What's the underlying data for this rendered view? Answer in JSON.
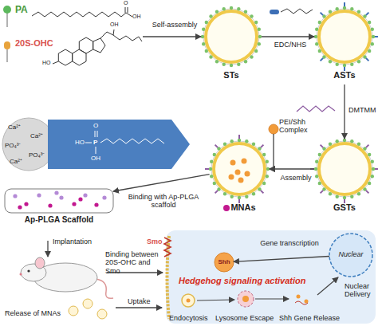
{
  "diagram": {
    "nodes": [
      {
        "text": [
          "PA",
          "20S-OHC"
        ]
      },
      {
        "text": [
          "STs"
        ]
      },
      {
        "text": [
          "ASTs"
        ]
      },
      {
        "text": [
          "GSTs"
        ]
      },
      {
        "text": [
          "PEI/Shh Complex"
        ]
      },
      {
        "text": [
          "MNAs"
        ]
      },
      {
        "text": [
          "Ap-PLGA Scaffold"
        ]
      },
      {
        "text": [
          "Hedgehog signaling activation"
        ]
      },
      {
        "text": [
          "Shh"
        ],
        "in": 7
      },
      {
        "text": [
          "Nuclear"
        ],
        "in": 7
      }
    ],
    "edges": [
      {
        "from": 0,
        "to": 1,
        "arrow": "to",
        "label": "Self-assembly"
      },
      {
        "from": 1,
        "to": 2,
        "arrow": "to",
        "label": "EDC/NHS"
      },
      {
        "from": 2,
        "to": 3,
        "arrow": "to",
        "label": "DMTMM"
      },
      {
        "from": 3,
        "to": 5,
        "arrow": "to",
        "label": "Assembly"
      },
      {
        "from": 4,
        "to": 5,
        "arrow": "to"
      },
      {
        "from": 5,
        "to": 6,
        "arrow": "to",
        "label": "Binding with Ap-PLGA scaffold"
      },
      {
        "from": 9,
        "to": 8,
        "arrow": "to",
        "label": "Gene transcription"
      }
    ],
    "labels": [
      "OH",
      "O",
      "HO",
      "OH",
      "Ca²⁺",
      "Ca²⁺",
      "PO₄³⁻",
      "Ca²⁺",
      "PO₄³⁻",
      "O",
      "P",
      "HO",
      "OH",
      "Implantation",
      "Release of MNAs",
      "Uptake",
      "Binding between 20S-OHC and Smo",
      "Smo",
      "Endocytosis",
      "Lysosome Escape",
      "Shh Gene Release",
      "Nuclear Delivery"
    ]
  }
}
